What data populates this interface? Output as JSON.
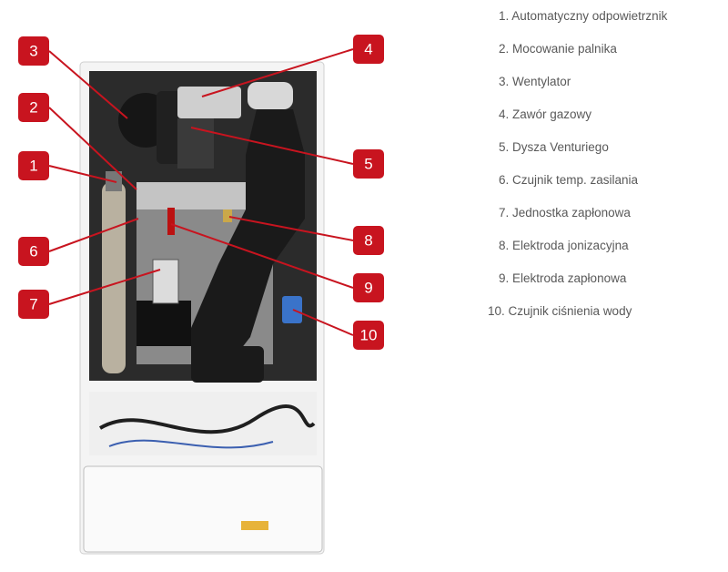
{
  "colors": {
    "badge": "#c8141f",
    "leader": "#c8141f",
    "legend_text": "#595959",
    "casing": "#f3f3f3",
    "cavity": "#2a2a2a",
    "component_dark": "#1c1c1c",
    "metal": "#b8b8b8"
  },
  "callouts": [
    {
      "number": "1"
    },
    {
      "number": "2"
    },
    {
      "number": "3"
    },
    {
      "number": "4"
    },
    {
      "number": "5"
    },
    {
      "number": "6"
    },
    {
      "number": "7"
    },
    {
      "number": "8"
    },
    {
      "number": "9"
    },
    {
      "number": "10"
    }
  ],
  "legend": [
    "1. Automatyczny odpowietrznik",
    "2. Mocowanie palnika",
    "3. Wentylator",
    "4. Zawór gazowy",
    "5. Dysza Venturiego",
    "6. Czujnik temp. zasilania",
    "7. Jednostka zapłonowa",
    "8. Elektroda jonizacyjna",
    "9. Elektroda zapłonowa",
    "10. Czujnik ciśnienia wody"
  ]
}
